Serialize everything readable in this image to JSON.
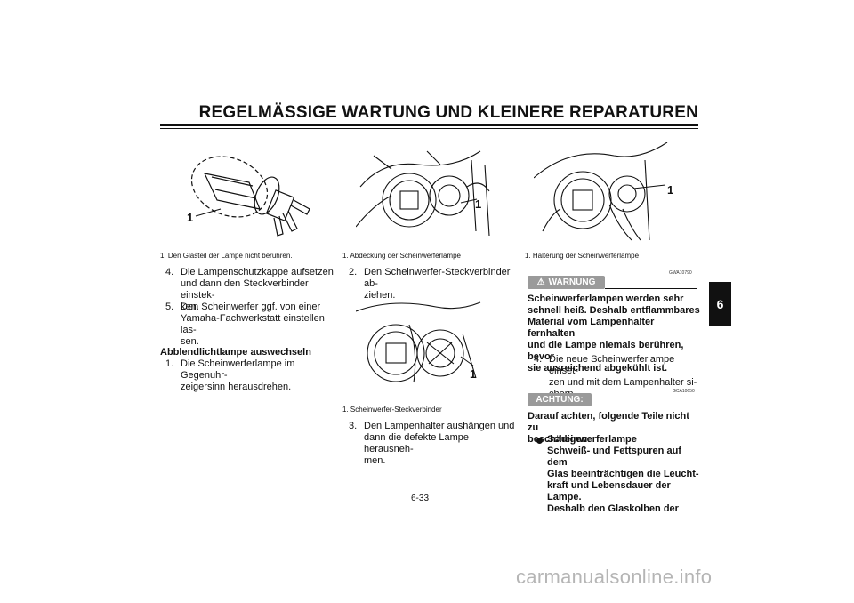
{
  "header": {
    "title": "REGELMÄSSIGE WARTUNG UND KLEINERE REPARATUREN"
  },
  "side_tab": {
    "label": "6"
  },
  "figures": {
    "fig1": {
      "callout": "1",
      "caption": "1. Den Glasteil der Lampe nicht berühren."
    },
    "fig2": {
      "callout": "1",
      "caption": "1. Abdeckung der Scheinwerferlampe"
    },
    "fig3": {
      "callout": "1",
      "caption": "1. Halterung der Scheinwerferlampe"
    },
    "fig4": {
      "callout": "1",
      "caption": "1. Scheinwerfer-Steckverbinder"
    }
  },
  "col1": {
    "steps": [
      {
        "num": "4.",
        "lines": [
          "Die Lampenschutzkappe aufsetzen",
          "und dann den Steckverbinder einstek-",
          "ken."
        ]
      },
      {
        "num": "5.",
        "lines": [
          "Den Scheinwerfer ggf. von einer",
          "Yamaha-Fachwerkstatt einstellen las-",
          "sen."
        ]
      }
    ],
    "heading": "Abblendlichtlampe auswechseln",
    "steps2": [
      {
        "num": "1.",
        "lines": [
          "Die Scheinwerferlampe im Gegenuhr-",
          "zeigersinn herausdrehen."
        ]
      }
    ]
  },
  "col2": {
    "step2": {
      "num": "2.",
      "lines": [
        "Den Scheinwerfer-Steckverbinder ab-",
        "ziehen."
      ]
    },
    "step3": {
      "num": "3.",
      "lines": [
        "Den Lampenhalter aushängen und",
        "dann die defekte Lampe herausneh-",
        "men."
      ]
    }
  },
  "col3": {
    "warning_code": "GWA10790",
    "warning_label": "WARNUNG",
    "warning_lines": [
      "Scheinwerferlampen werden sehr",
      "schnell heiß. Deshalb entflammbares",
      "Material vom Lampenhalter fernhalten",
      "und die Lampe niemals berühren, bevor",
      "sie ausreichend abgekühlt ist."
    ],
    "step4": {
      "num": "4.",
      "lines": [
        "Die neue Scheinwerferlampe einset-",
        "zen und mit dem Lampenhalter si-",
        "chern."
      ]
    },
    "caution_code": "GCA10650",
    "caution_label": "ACHTUNG:",
    "caution_intro": [
      "Darauf achten, folgende Teile nicht zu",
      "beschädigen:"
    ],
    "bullet_title": "Scheinwerferlampe",
    "bullet_lines": [
      "Schweiß- und Fettspuren auf dem",
      "Glas beeinträchtigen die Leucht-",
      "kraft und Lebensdauer der Lampe.",
      "Deshalb den Glaskolben der"
    ]
  },
  "footer": {
    "page_number": "6-33",
    "watermark": "carmanualsonline.info"
  },
  "colors": {
    "text": "#111111",
    "badge_gray": "#9a9a9a",
    "watermark": "#b5b5b5"
  }
}
